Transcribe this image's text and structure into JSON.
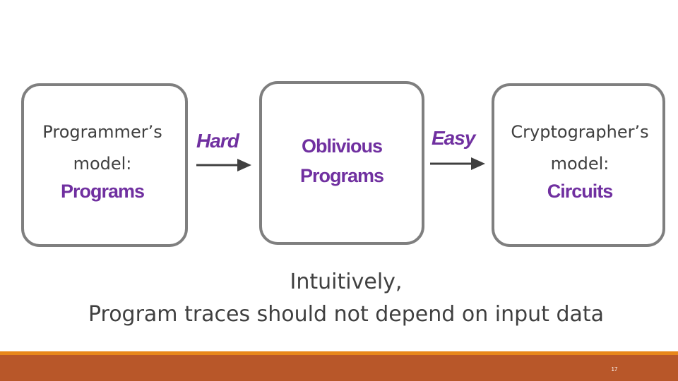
{
  "colors": {
    "accent": "#7030a0",
    "box_border": "#7f7f7f",
    "text": "#404040",
    "arrow": "#404040",
    "footer_bar": "#b85729",
    "footer_line": "#e8871a"
  },
  "left_box": {
    "model_label_line1": "Programmer’s",
    "model_label_line2": "model:",
    "model_name": "Programs"
  },
  "middle_box": {
    "line1": "Oblivious",
    "line2": "Programs"
  },
  "right_box": {
    "model_label_line1": "Cryptographer’s",
    "model_label_line2": "model:",
    "model_name": "Circuits"
  },
  "arrows": {
    "left_label": "Hard",
    "right_label": "Easy",
    "icon": "arrow-right-icon"
  },
  "caption": {
    "line1": "Intuitively,",
    "line2": "Program traces should not depend on input data"
  },
  "footer": {
    "page_number": "17"
  }
}
